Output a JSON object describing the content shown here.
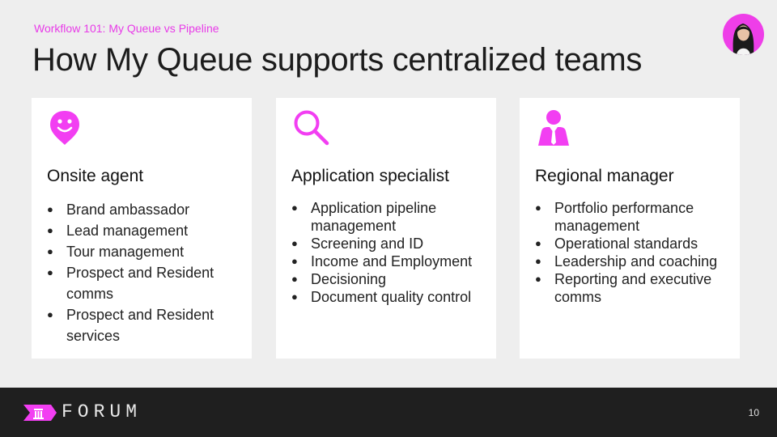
{
  "header": {
    "subtitle": "Workflow 101: My Queue vs Pipeline",
    "title": "How My Queue supports centralized teams"
  },
  "accent_color": "#f23ef2",
  "cards": [
    {
      "icon": "smiley-pin-icon",
      "heading": "Onsite agent",
      "items": [
        "Brand ambassador",
        "Lead management",
        "Tour management",
        "Prospect and Resident comms",
        "Prospect and Resident services"
      ]
    },
    {
      "icon": "magnifier-icon",
      "heading": "Application specialist",
      "items": [
        "Application pipeline management",
        "Screening and ID",
        "Income and Employment",
        "Decisioning",
        "Document quality control"
      ]
    },
    {
      "icon": "manager-person-icon",
      "heading": "Regional manager",
      "items": [
        "Portfolio performance management",
        "Operational standards",
        "Leadership and coaching",
        "Reporting and executive comms"
      ]
    }
  ],
  "footer": {
    "brand": "FORUM",
    "page_number": "10"
  }
}
